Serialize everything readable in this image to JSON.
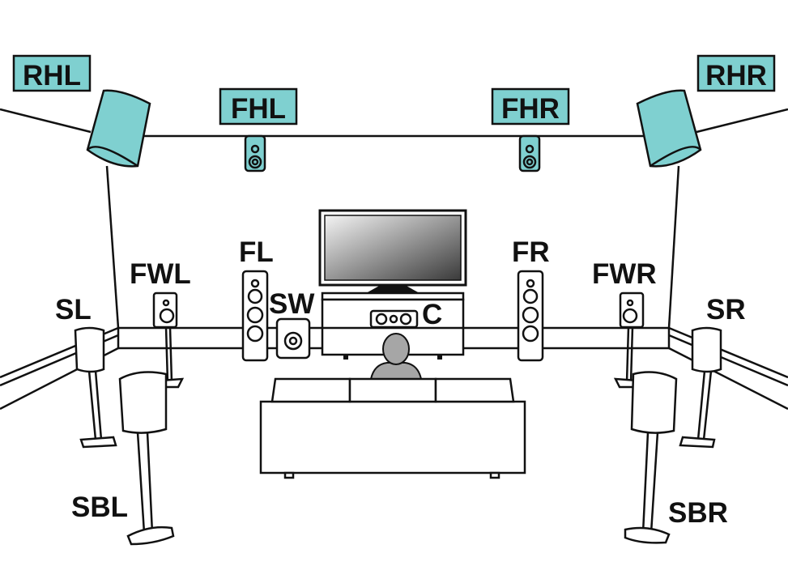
{
  "colors": {
    "height_speaker": "#7fd0d0",
    "line": "#111111",
    "listener": "#a6a6a6"
  },
  "labels": {
    "rhl": "RHL",
    "fhl": "FHL",
    "fhr": "FHR",
    "rhr": "RHR",
    "fl": "FL",
    "fr": "FR",
    "fwl": "FWL",
    "fwr": "FWR",
    "sl": "SL",
    "sr": "SR",
    "sw": "SW",
    "c": "C",
    "sbl": "SBL",
    "sbr": "SBR"
  }
}
